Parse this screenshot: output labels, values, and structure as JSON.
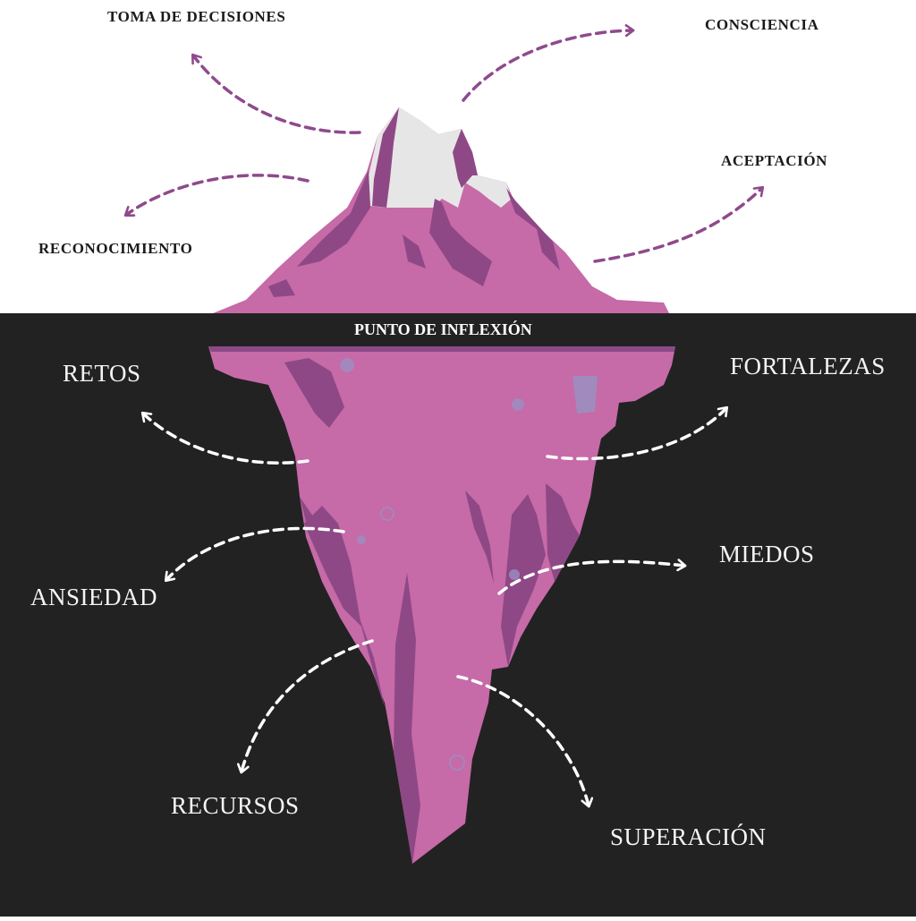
{
  "colors": {
    "sky": "#ffffff",
    "water": "#222222",
    "ice_main": "#c66aa8",
    "ice_shadow": "#8f4886",
    "snow": "#e6e6e6",
    "waterline": "#8b4a86",
    "arrow_above": "#8e4a8c",
    "arrow_below": "#ffffff"
  },
  "labels": {
    "above": {
      "decision": "TOMA DE DECISIONES",
      "awareness": "CONSCIENCIA",
      "acceptance": "ACEPTACIÓN",
      "recognition": "RECONOCIMIENTO"
    },
    "waterline": "PUNTO DE INFLEXIÓN",
    "below": {
      "challenges": "RETOS",
      "strengths": "FORTALEZAS",
      "anxiety": "ANSIEDAD",
      "fears": "MIEDOS",
      "resources": "RECURSOS",
      "overcoming": "SUPERACIÓN"
    }
  }
}
